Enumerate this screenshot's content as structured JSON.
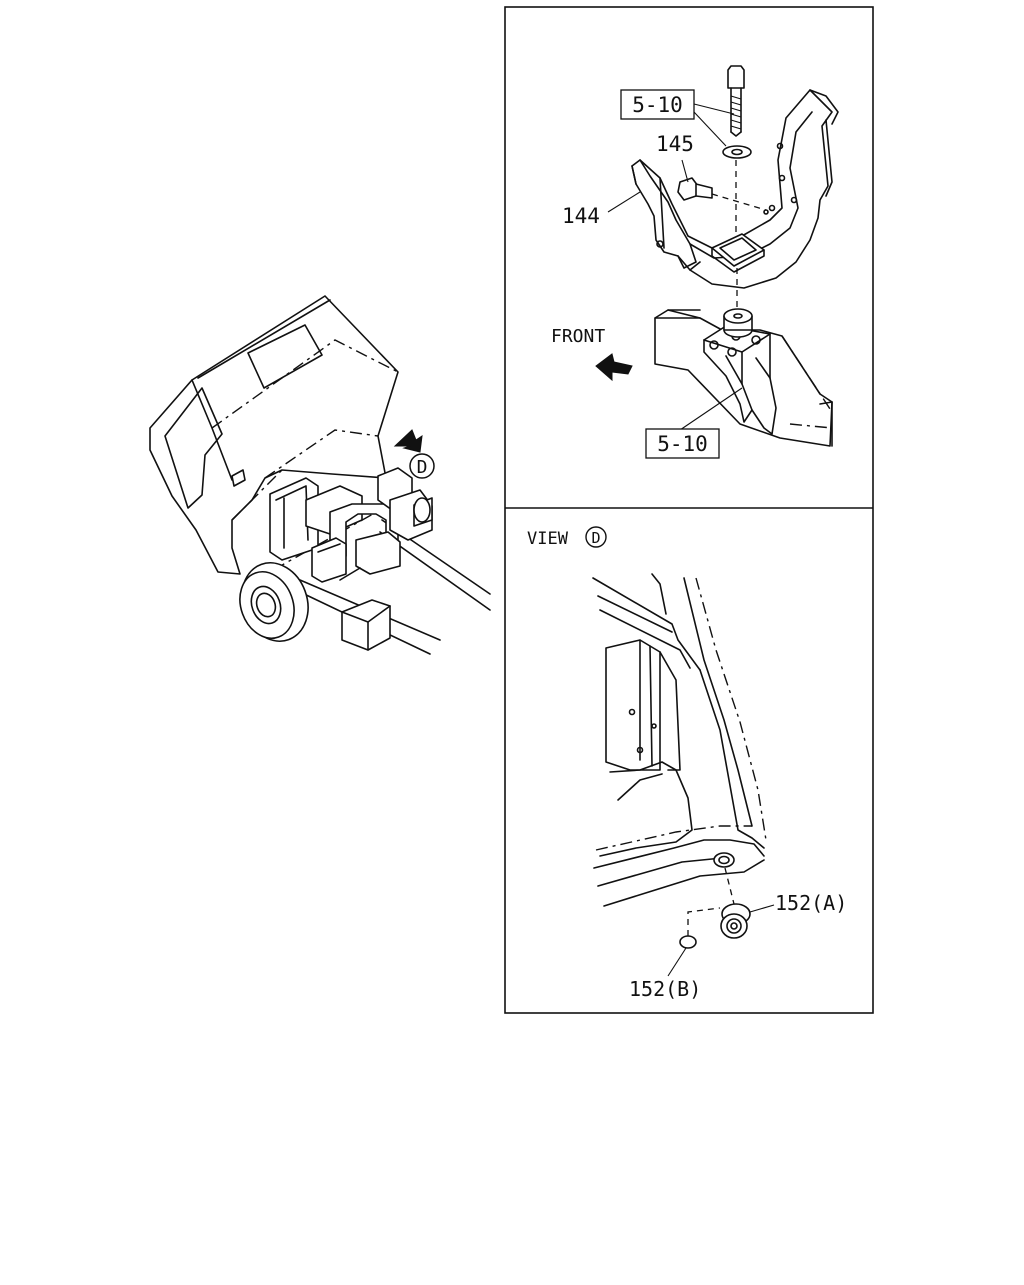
{
  "labels": {
    "ref_5_10_top": "5-10",
    "part_145": "145",
    "part_144": "144",
    "front": "FRONT",
    "ref_5_10_bottom": "5-10",
    "view_word": "VIEW",
    "view_circle": "D",
    "view_marker": "D",
    "part_152a": "152(A)",
    "part_152b": "152(B)"
  }
}
